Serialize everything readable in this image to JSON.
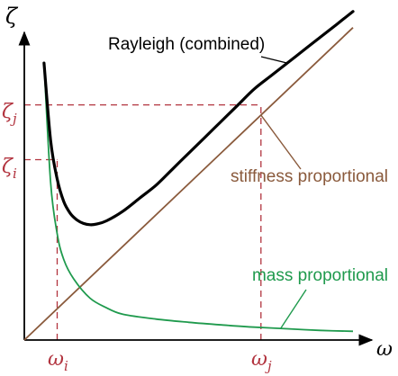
{
  "chart_data": {
    "type": "line",
    "title": "",
    "xlabel": "ω",
    "ylabel": "ζ",
    "xlim": [
      0,
      1
    ],
    "ylim": [
      0,
      1
    ],
    "grid": false,
    "series": [
      {
        "name": "Rayleigh (combined)",
        "color": "#000000",
        "x": [
          0.06,
          0.08,
          0.1,
          0.12,
          0.14,
          0.16,
          0.18,
          0.2,
          0.22,
          0.25,
          0.3,
          0.35,
          0.4,
          0.45,
          0.5,
          0.55,
          0.6,
          0.65,
          0.7,
          0.75,
          0.8,
          0.85,
          0.9,
          0.95,
          1.0
        ],
        "y": [
          0.86,
          0.62,
          0.5,
          0.43,
          0.393,
          0.373,
          0.362,
          0.358,
          0.36,
          0.37,
          0.4,
          0.44,
          0.48,
          0.53,
          0.58,
          0.63,
          0.68,
          0.73,
          0.78,
          0.82,
          0.86,
          0.9,
          0.94,
          0.98,
          1.02
        ]
      },
      {
        "name": "stiffness proportional",
        "color": "#8a5a3c",
        "x": [
          0.0,
          1.0
        ],
        "y": [
          0.0,
          0.97
        ]
      },
      {
        "name": "mass proportional",
        "color": "#1f9a4d",
        "x": [
          0.06,
          0.08,
          0.1,
          0.12,
          0.15,
          0.2,
          0.25,
          0.3,
          0.4,
          0.5,
          0.6,
          0.7,
          0.8,
          0.9,
          1.0
        ],
        "y": [
          0.86,
          0.49,
          0.33,
          0.25,
          0.19,
          0.13,
          0.1,
          0.08,
          0.065,
          0.055,
          0.047,
          0.04,
          0.035,
          0.03,
          0.027
        ]
      }
    ],
    "markers": {
      "omega_i": 0.1,
      "omega_j": 0.72,
      "zeta_i": 0.56,
      "zeta_j": 0.73,
      "labels": {
        "omega_i": "ω",
        "omega_i_sub": "i",
        "omega_j": "ω",
        "omega_j_sub": "j",
        "zeta_i": "ζ",
        "zeta_i_sub": "i",
        "zeta_j": "ζ",
        "zeta_j_sub": "j"
      }
    },
    "colors": {
      "axes": "#000000",
      "markers": "#b2343f"
    }
  }
}
